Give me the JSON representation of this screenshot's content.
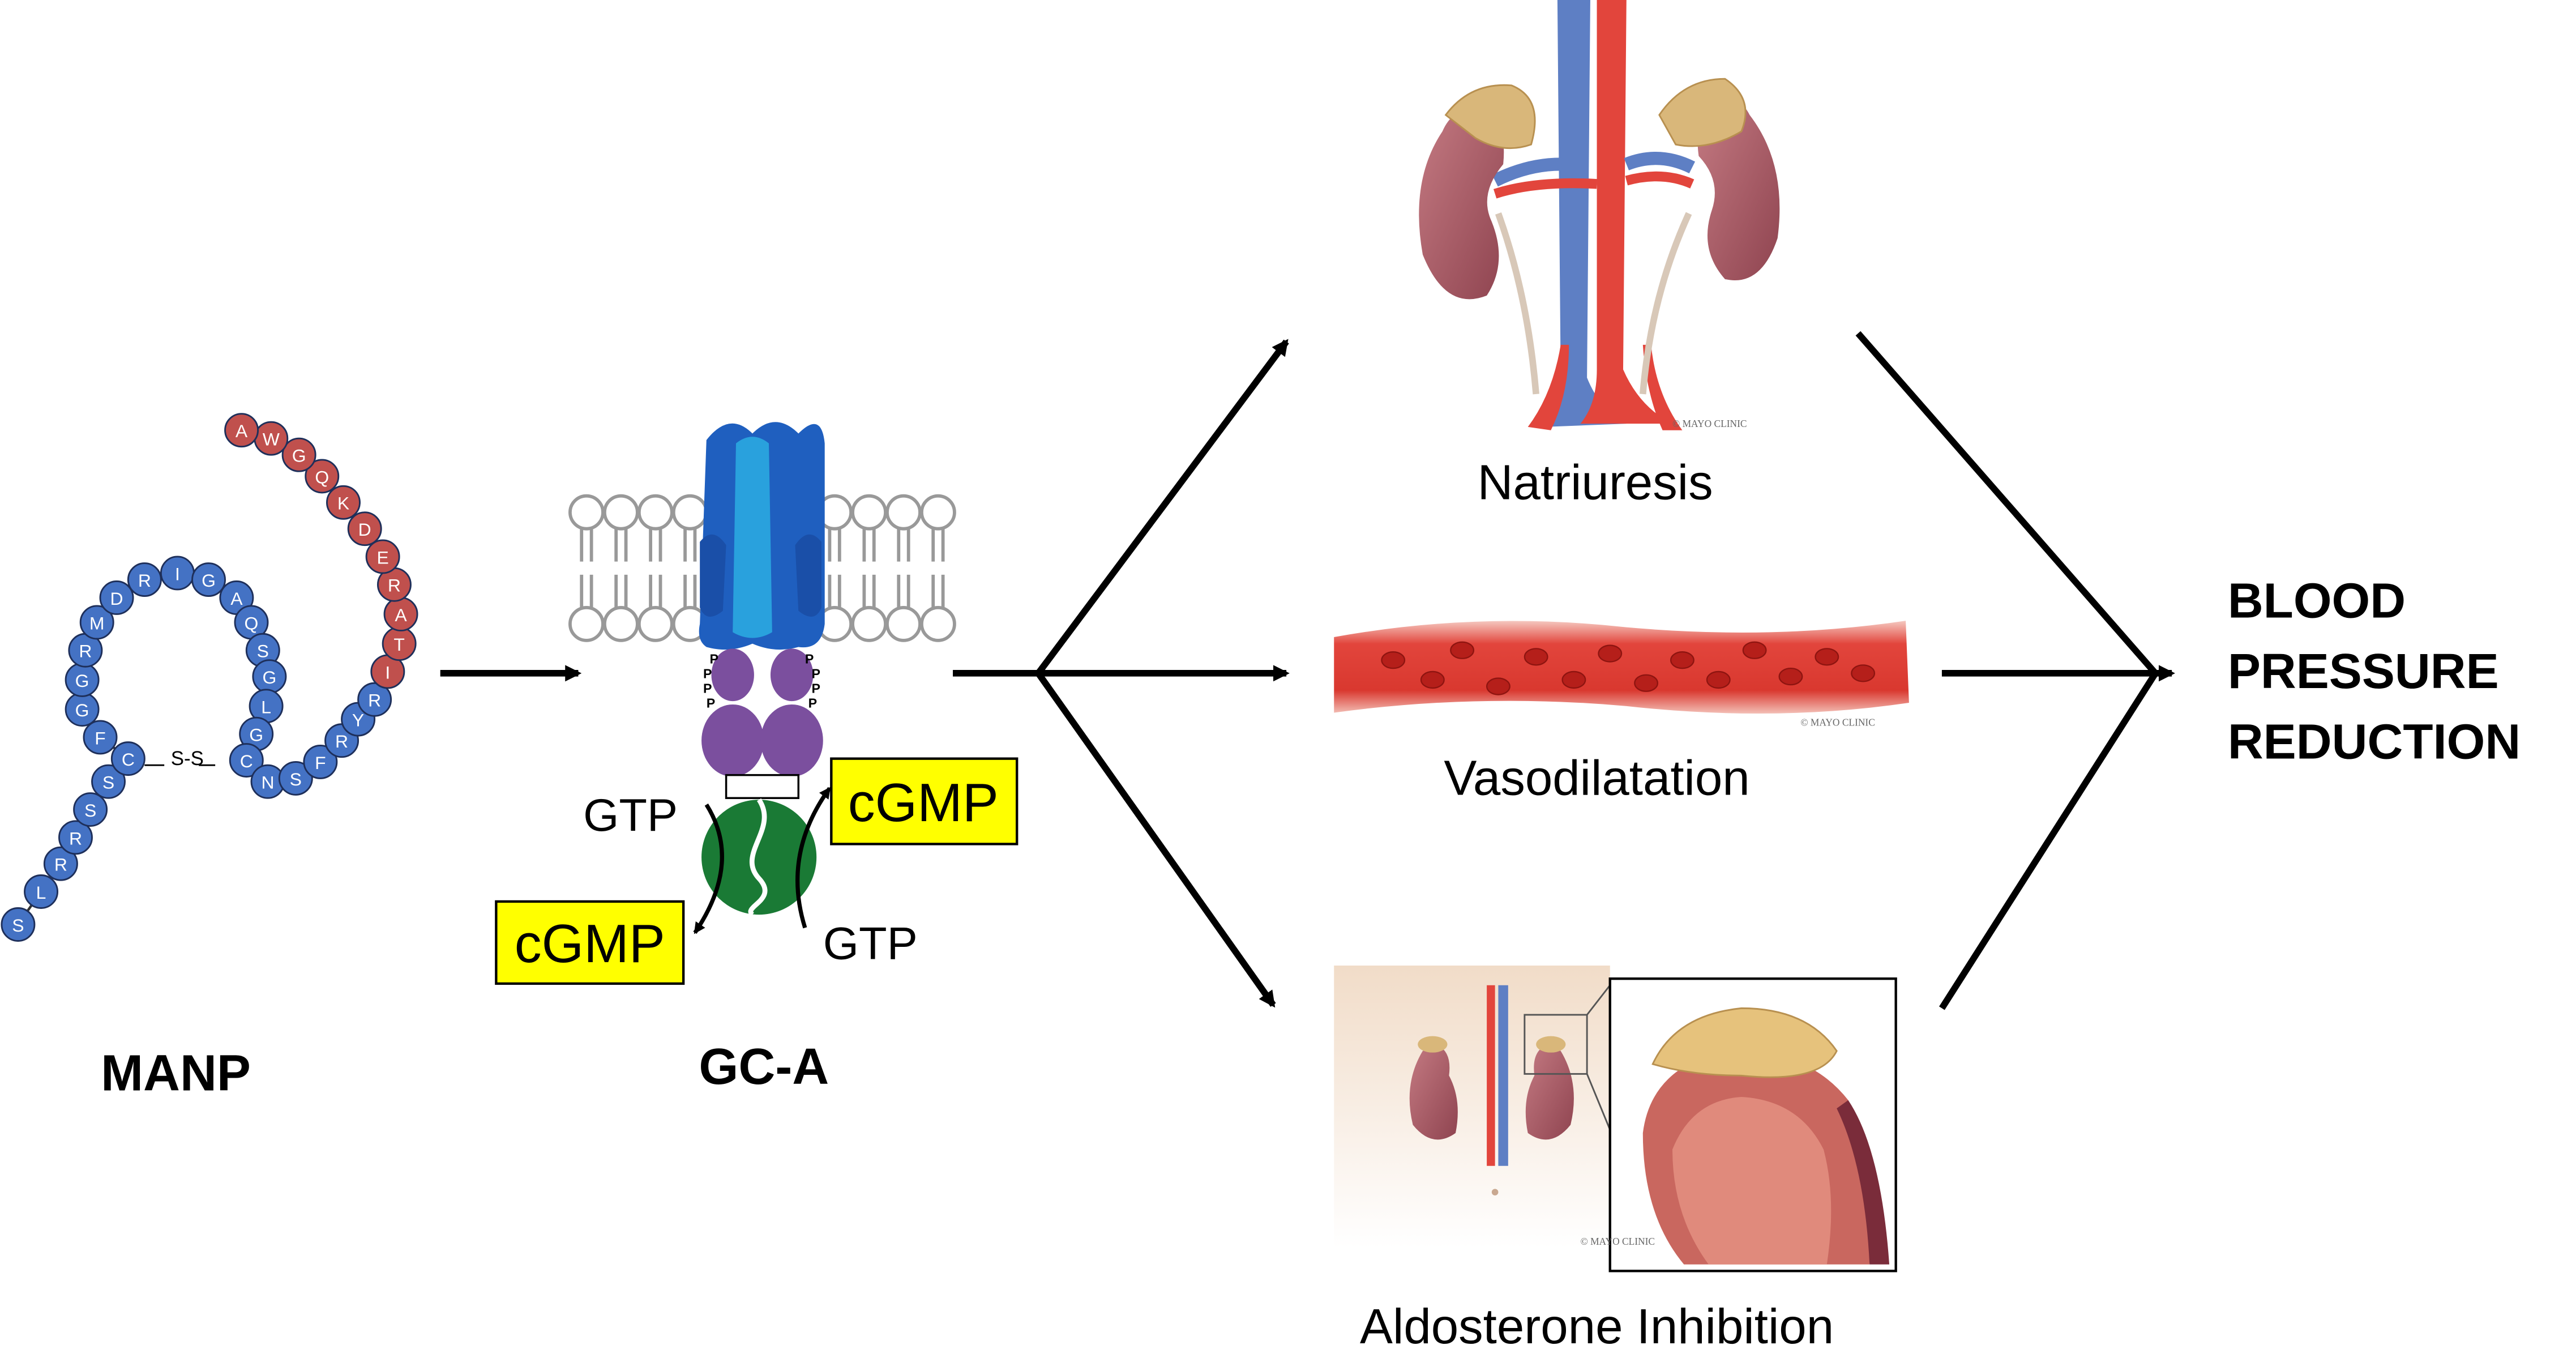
{
  "labels": {
    "manp": "MANP",
    "gca": "GC-A",
    "natriuresis": "Natriuresis",
    "vasodilatation": "Vasodilatation",
    "aldosterone": "Aldosterone Inhibition",
    "outcome_line1": "BLOOD",
    "outcome_line2": "PRESSURE",
    "outcome_line3": "REDUCTION",
    "gtp_top": "GTP",
    "gtp_bottom": "GTP",
    "cgmp_top": "cGMP",
    "cgmp_bottom": "cGMP",
    "disulfide": "S-S",
    "phospho": "P",
    "credit": "© MAYO CLINIC"
  },
  "peptide": {
    "blue_tail": [
      "S",
      "L",
      "R",
      "R",
      "S",
      "S",
      "C",
      "F",
      "G",
      "G",
      "R",
      "M",
      "D",
      "R",
      "I",
      "G",
      "A",
      "Q",
      "S",
      "G",
      "L",
      "G",
      "C",
      "N",
      "S",
      "F",
      "R",
      "Y",
      "R"
    ],
    "red_tail": [
      "I",
      "T",
      "A",
      "R",
      "E",
      "D",
      "K",
      "Q",
      "G",
      "W",
      "A"
    ]
  },
  "colors": {
    "peptide_blue": "#4472c4",
    "peptide_red": "#c0504d",
    "receptor_dark": "#1f5fbf",
    "receptor_light": "#2aa9e0",
    "kinase_purple": "#7b4f9e",
    "catalytic_green": "#1a7a35",
    "cgmp_box": "#ffff00",
    "kidney": "#b06068",
    "vessel": "#e2453c",
    "vein": "#5e7fc4"
  }
}
